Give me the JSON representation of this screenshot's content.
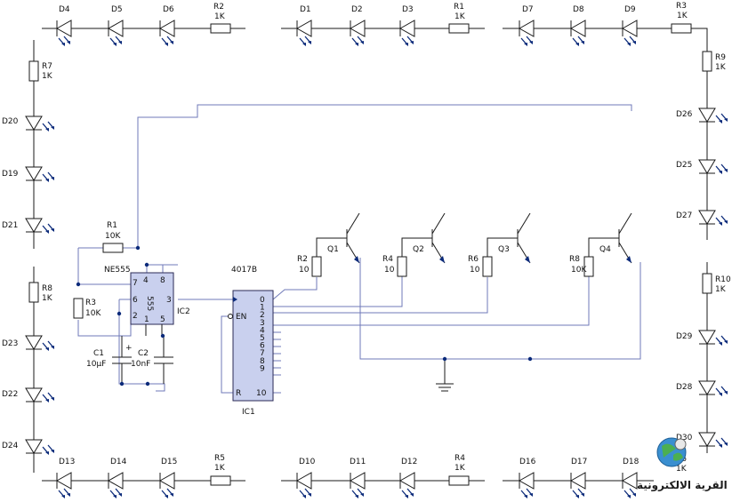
{
  "labels": {
    "led_chain_top_left": [
      "D4",
      "D5",
      "D6"
    ],
    "r_top_left": [
      "R2",
      "1K"
    ],
    "led_chain_top_mid": [
      "D1",
      "D2",
      "D3"
    ],
    "r_top_mid": [
      "R1",
      "1K"
    ],
    "led_chain_top_right": [
      "D7",
      "D8",
      "D9"
    ],
    "r_top_right": [
      "R3",
      "1K"
    ],
    "r_left_upper": [
      "R7",
      "1K"
    ],
    "led_left_upper": [
      "D20",
      "D19",
      "D21"
    ],
    "r_left_lower": [
      "R8",
      "1K"
    ],
    "led_left_lower": [
      "D23",
      "D22",
      "D24"
    ],
    "r_right_upper": [
      "R9",
      "1K"
    ],
    "led_right_upper": [
      "D26",
      "D25",
      "D27"
    ],
    "r_right_lower": [
      "R10",
      "1K"
    ],
    "led_right_lower": [
      "D29",
      "D28",
      "D30"
    ],
    "led_bottom_left": [
      "D13",
      "D14",
      "D15"
    ],
    "r_bottom_left": [
      "R5",
      "1K"
    ],
    "led_bottom_mid": [
      "D10",
      "D11",
      "D12"
    ],
    "r_bottom_mid": [
      "R4",
      "1K"
    ],
    "led_bottom_right": [
      "D16",
      "D17",
      "D18"
    ],
    "r_bottom_right_partial": [
      "R6",
      "1K"
    ]
  },
  "timer": {
    "r1": [
      "R1",
      "10K"
    ],
    "r3": [
      "R3",
      "10K"
    ],
    "chip_name": "NE555",
    "chip_body": "555",
    "chip_ref": "IC2",
    "pins": [
      "7",
      "4",
      "8",
      "6",
      "3",
      "2",
      "1",
      "5"
    ],
    "c1": [
      "C1",
      "10µF"
    ],
    "c2": [
      "C2",
      "10nF"
    ],
    "c1_polarity": "+"
  },
  "counter": {
    "chip_name": "4017B",
    "chip_ref": "IC1",
    "en_pin": "EN",
    "r_pin": "R",
    "outputs": [
      "0",
      "1",
      "2",
      "3",
      "4",
      "5",
      "6",
      "7",
      "8",
      "9"
    ],
    "carry": "10"
  },
  "drivers": [
    {
      "res": "R2",
      "val": "10",
      "q": "Q1"
    },
    {
      "res": "R4",
      "val": "10",
      "q": "Q2"
    },
    {
      "res": "R6",
      "val": "10",
      "q": "Q3"
    },
    {
      "res": "R8",
      "val": "10K",
      "q": "Q4"
    }
  ],
  "watermark": {
    "text": "القرية الالكترونية",
    "icon": "globe-logo-icon"
  }
}
